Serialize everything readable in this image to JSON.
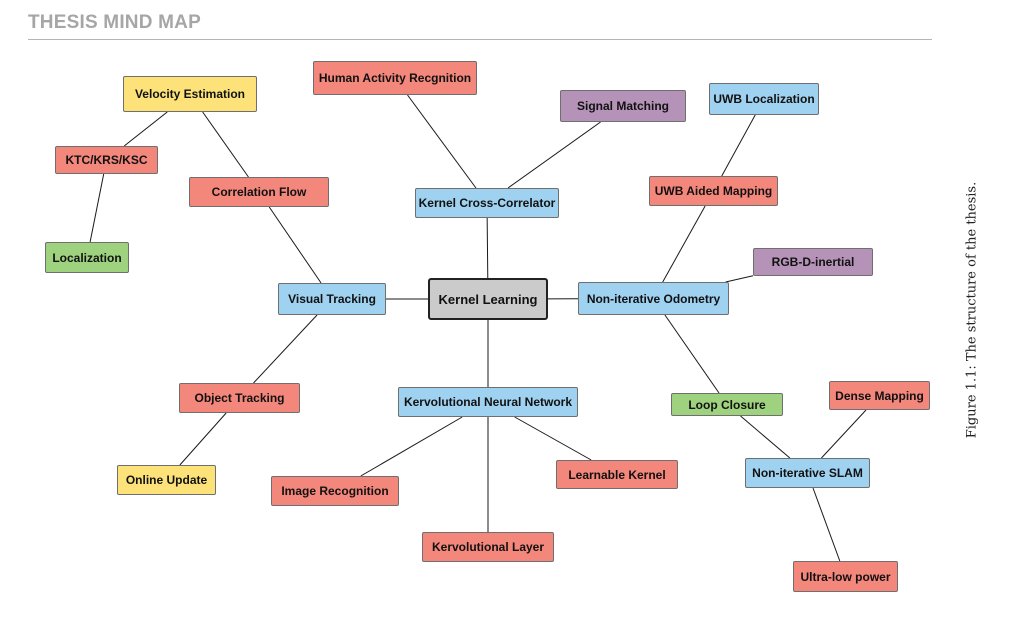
{
  "header": {
    "title": "THESIS MIND MAP"
  },
  "caption": "Figure 1.1: The structure of the thesis.",
  "colors": {
    "blue": "#9fd1f0",
    "red": "#f4877b",
    "yellow": "#fde27a",
    "green": "#9ed27e",
    "purple": "#b593b8",
    "gray": "#cbcbcb"
  },
  "nodes": [
    {
      "id": "kernel-learning",
      "label": "Kernel  Learning",
      "color": "gray"
    },
    {
      "id": "kernel-cross-correlator",
      "label": "Kernel Cross-Correlator",
      "color": "blue"
    },
    {
      "id": "human-activity",
      "label": "Human Activity Recgnition",
      "color": "red"
    },
    {
      "id": "signal-matching",
      "label": "Signal Matching",
      "color": "purple"
    },
    {
      "id": "visual-tracking",
      "label": "Visual Tracking",
      "color": "blue"
    },
    {
      "id": "correlation-flow",
      "label": "Correlation Flow",
      "color": "red"
    },
    {
      "id": "velocity-estimation",
      "label": "Velocity Estimation",
      "color": "yellow"
    },
    {
      "id": "ktc-krs-ksc",
      "label": "KTC/KRS/KSC",
      "color": "red"
    },
    {
      "id": "localization",
      "label": "Localization",
      "color": "green"
    },
    {
      "id": "object-tracking",
      "label": "Object Tracking",
      "color": "red"
    },
    {
      "id": "online-update",
      "label": "Online Update",
      "color": "yellow"
    },
    {
      "id": "non-iterative-odometry",
      "label": "Non-iterative Odometry",
      "color": "blue"
    },
    {
      "id": "uwb-aided-mapping",
      "label": "UWB Aided Mapping",
      "color": "red"
    },
    {
      "id": "uwb-localization",
      "label": "UWB Localization",
      "color": "blue"
    },
    {
      "id": "rgb-d-inertial",
      "label": "RGB-D-inertial",
      "color": "purple"
    },
    {
      "id": "loop-closure",
      "label": "Loop Closure",
      "color": "green"
    },
    {
      "id": "non-iterative-slam",
      "label": "Non-iterative SLAM",
      "color": "blue"
    },
    {
      "id": "dense-mapping",
      "label": "Dense Mapping",
      "color": "red"
    },
    {
      "id": "ultra-low-power",
      "label": "Ultra-low power",
      "color": "red"
    },
    {
      "id": "kervolutional-nn",
      "label": "Kervolutional Neural Network",
      "color": "blue"
    },
    {
      "id": "image-recognition",
      "label": "Image Recognition",
      "color": "red"
    },
    {
      "id": "kervolutional-layer",
      "label": "Kervolutional Layer",
      "color": "red"
    },
    {
      "id": "learnable-kernel",
      "label": "Learnable Kernel",
      "color": "red"
    }
  ],
  "edges": [
    [
      "kernel-learning",
      "kernel-cross-correlator"
    ],
    [
      "kernel-learning",
      "visual-tracking"
    ],
    [
      "kernel-learning",
      "non-iterative-odometry"
    ],
    [
      "kernel-learning",
      "kervolutional-nn"
    ],
    [
      "kernel-cross-correlator",
      "human-activity"
    ],
    [
      "kernel-cross-correlator",
      "signal-matching"
    ],
    [
      "visual-tracking",
      "correlation-flow"
    ],
    [
      "visual-tracking",
      "object-tracking"
    ],
    [
      "correlation-flow",
      "velocity-estimation"
    ],
    [
      "velocity-estimation",
      "ktc-krs-ksc"
    ],
    [
      "ktc-krs-ksc",
      "localization"
    ],
    [
      "object-tracking",
      "online-update"
    ],
    [
      "non-iterative-odometry",
      "uwb-aided-mapping"
    ],
    [
      "uwb-aided-mapping",
      "uwb-localization"
    ],
    [
      "non-iterative-odometry",
      "rgb-d-inertial"
    ],
    [
      "non-iterative-odometry",
      "loop-closure"
    ],
    [
      "loop-closure",
      "non-iterative-slam"
    ],
    [
      "non-iterative-slam",
      "dense-mapping"
    ],
    [
      "non-iterative-slam",
      "ultra-low-power"
    ],
    [
      "kervolutional-nn",
      "image-recognition"
    ],
    [
      "kervolutional-nn",
      "kervolutional-layer"
    ],
    [
      "kervolutional-nn",
      "learnable-kernel"
    ]
  ]
}
